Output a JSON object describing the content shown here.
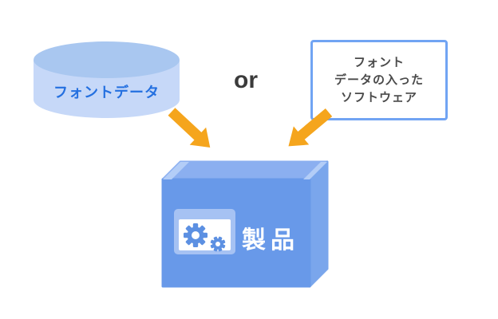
{
  "diagram": {
    "cylinder": {
      "label": "フォントデータ"
    },
    "or_label": "or",
    "software_box": {
      "lines": [
        "フォント",
        "データの入った",
        "ソフトウェア"
      ]
    },
    "product_box": {
      "label": "製品"
    },
    "icons": {
      "cylinder_shape": "database-cylinder-icon",
      "left_arrow": "arrow-down-right-icon",
      "right_arrow": "arrow-down-left-icon",
      "product_icon": "software-window-gears-icon"
    },
    "colors": {
      "cylinder_top": "#a9c7f0",
      "cylinder_body": "#c6d8f8",
      "cylinder_text": "#2470e0",
      "or_text": "#3b3b3b",
      "software_box_border": "#71a4f3",
      "software_box_text": "#4a4a4a",
      "arrow": "#f5a51d",
      "product_front": "#6899e9",
      "product_top": "#8baff0",
      "product_right": "#7aa6ec",
      "product_text": "#ffffff",
      "gear": "#5c90e2",
      "background": "#ffffff"
    }
  }
}
